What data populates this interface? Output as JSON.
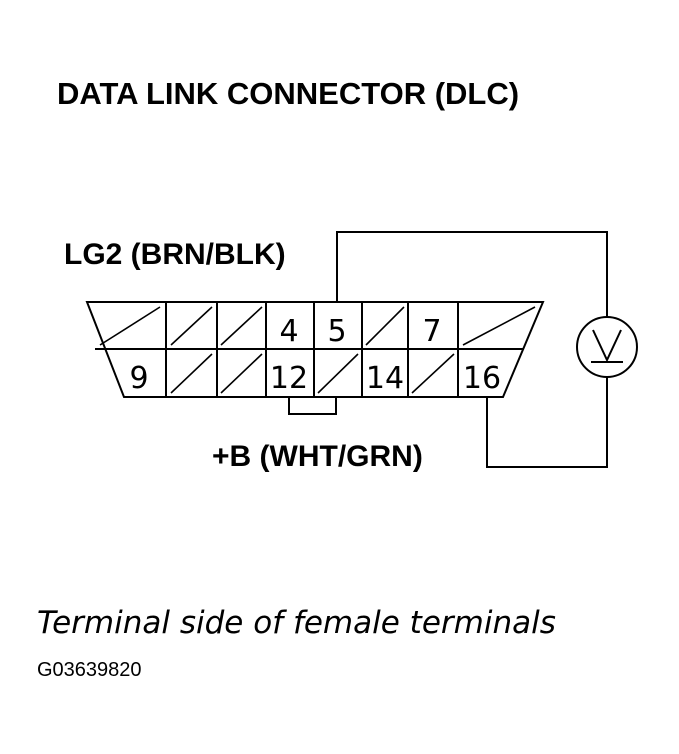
{
  "title": "DATA LINK CONNECTOR (DLC)",
  "labels": {
    "lg2": "LG2 (BRN/BLK)",
    "plus_b": "+B (WHT/GRN)"
  },
  "caption": "Terminal side of female terminals",
  "figure_code": "G03639820",
  "pins": {
    "p4": "4",
    "p5": "5",
    "p7": "7",
    "p9": "9",
    "p12": "12",
    "p14": "14",
    "p16": "16"
  },
  "meter": {
    "icon": "voltmeter-icon",
    "symbol": "V"
  }
}
